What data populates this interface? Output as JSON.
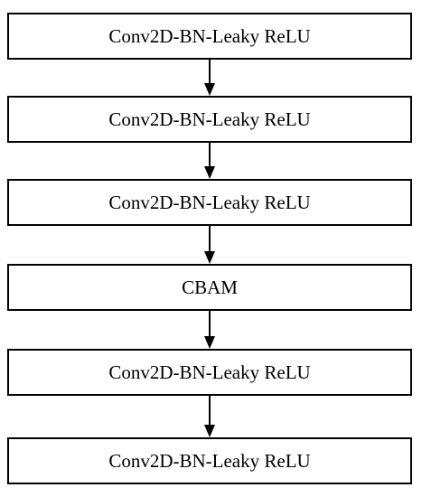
{
  "diagram": {
    "blocks": [
      {
        "label": "Conv2D-BN-Leaky ReLU"
      },
      {
        "label": "Conv2D-BN-Leaky ReLU"
      },
      {
        "label": "Conv2D-BN-Leaky ReLU"
      },
      {
        "label": "CBAM"
      },
      {
        "label": "Conv2D-BN-Leaky ReLU"
      },
      {
        "label": "Conv2D-BN-Leaky ReLU"
      }
    ],
    "colors": {
      "stroke": "#000000",
      "fill": "#ffffff",
      "text": "#000000"
    }
  }
}
